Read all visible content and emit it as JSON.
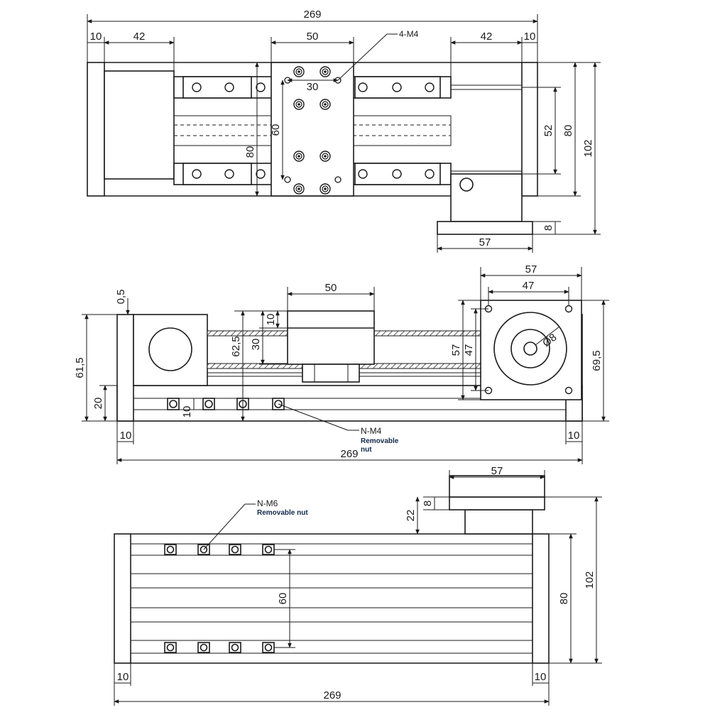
{
  "top_view": {
    "overall": "269",
    "left_end": "10",
    "left_motor": "42",
    "carriage": "50",
    "right_motor": "42",
    "right_end": "10",
    "hole_spacing_x": "30",
    "hole_spacing_y": "60",
    "body_height": "80",
    "rail_spacing": "52",
    "height_80": "80",
    "height_102": "102",
    "flange_thickness": "8",
    "flange_width": "57",
    "callout": "4-M4"
  },
  "front_view": {
    "gap": "0,5",
    "left_height": "61,5",
    "bottom_20": "20",
    "slot_10": "10",
    "carriage_width": "50",
    "carriage_top": "10",
    "carriage_30": "30",
    "height_62_5": "62,5",
    "motor_57_top": "57",
    "motor_47_top": "47",
    "motor_57_side": "57",
    "motor_47_side": "47",
    "shaft": "Ø8",
    "right_height": "69,5",
    "left_end": "10",
    "right_end": "10",
    "overall": "269",
    "callout": "N-M4",
    "callout_sub_1": "Removable",
    "callout_sub_2": "nut"
  },
  "bottom_view": {
    "flange_width": "57",
    "flange_thickness": "8",
    "flange_height": "22",
    "callout": "N-M6",
    "callout_sub": "Removable nut",
    "slot_spacing": "60",
    "height_80": "80",
    "height_102": "102",
    "left_end": "10",
    "right_end": "10",
    "overall": "269"
  }
}
